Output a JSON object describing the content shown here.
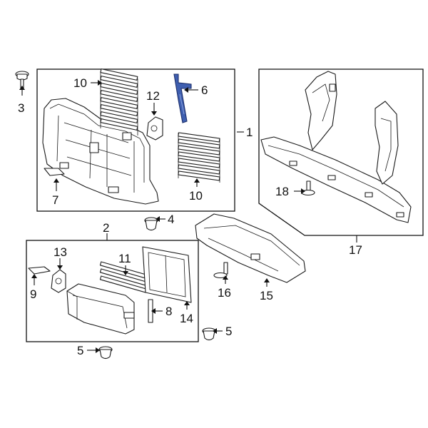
{
  "callouts": {
    "c1": "1",
    "c2": "2",
    "c3": "3",
    "c4": "4",
    "c5a": "5",
    "c5b": "5",
    "c6": "6",
    "c7": "7",
    "c8": "8",
    "c9": "9",
    "c10a": "10",
    "c10b": "10",
    "c11": "11",
    "c12": "12",
    "c13": "13",
    "c14": "14",
    "c15": "15",
    "c16": "16",
    "c17": "17",
    "c18": "18"
  },
  "highlight": {
    "part": "6",
    "color": "#3f5fb0"
  }
}
